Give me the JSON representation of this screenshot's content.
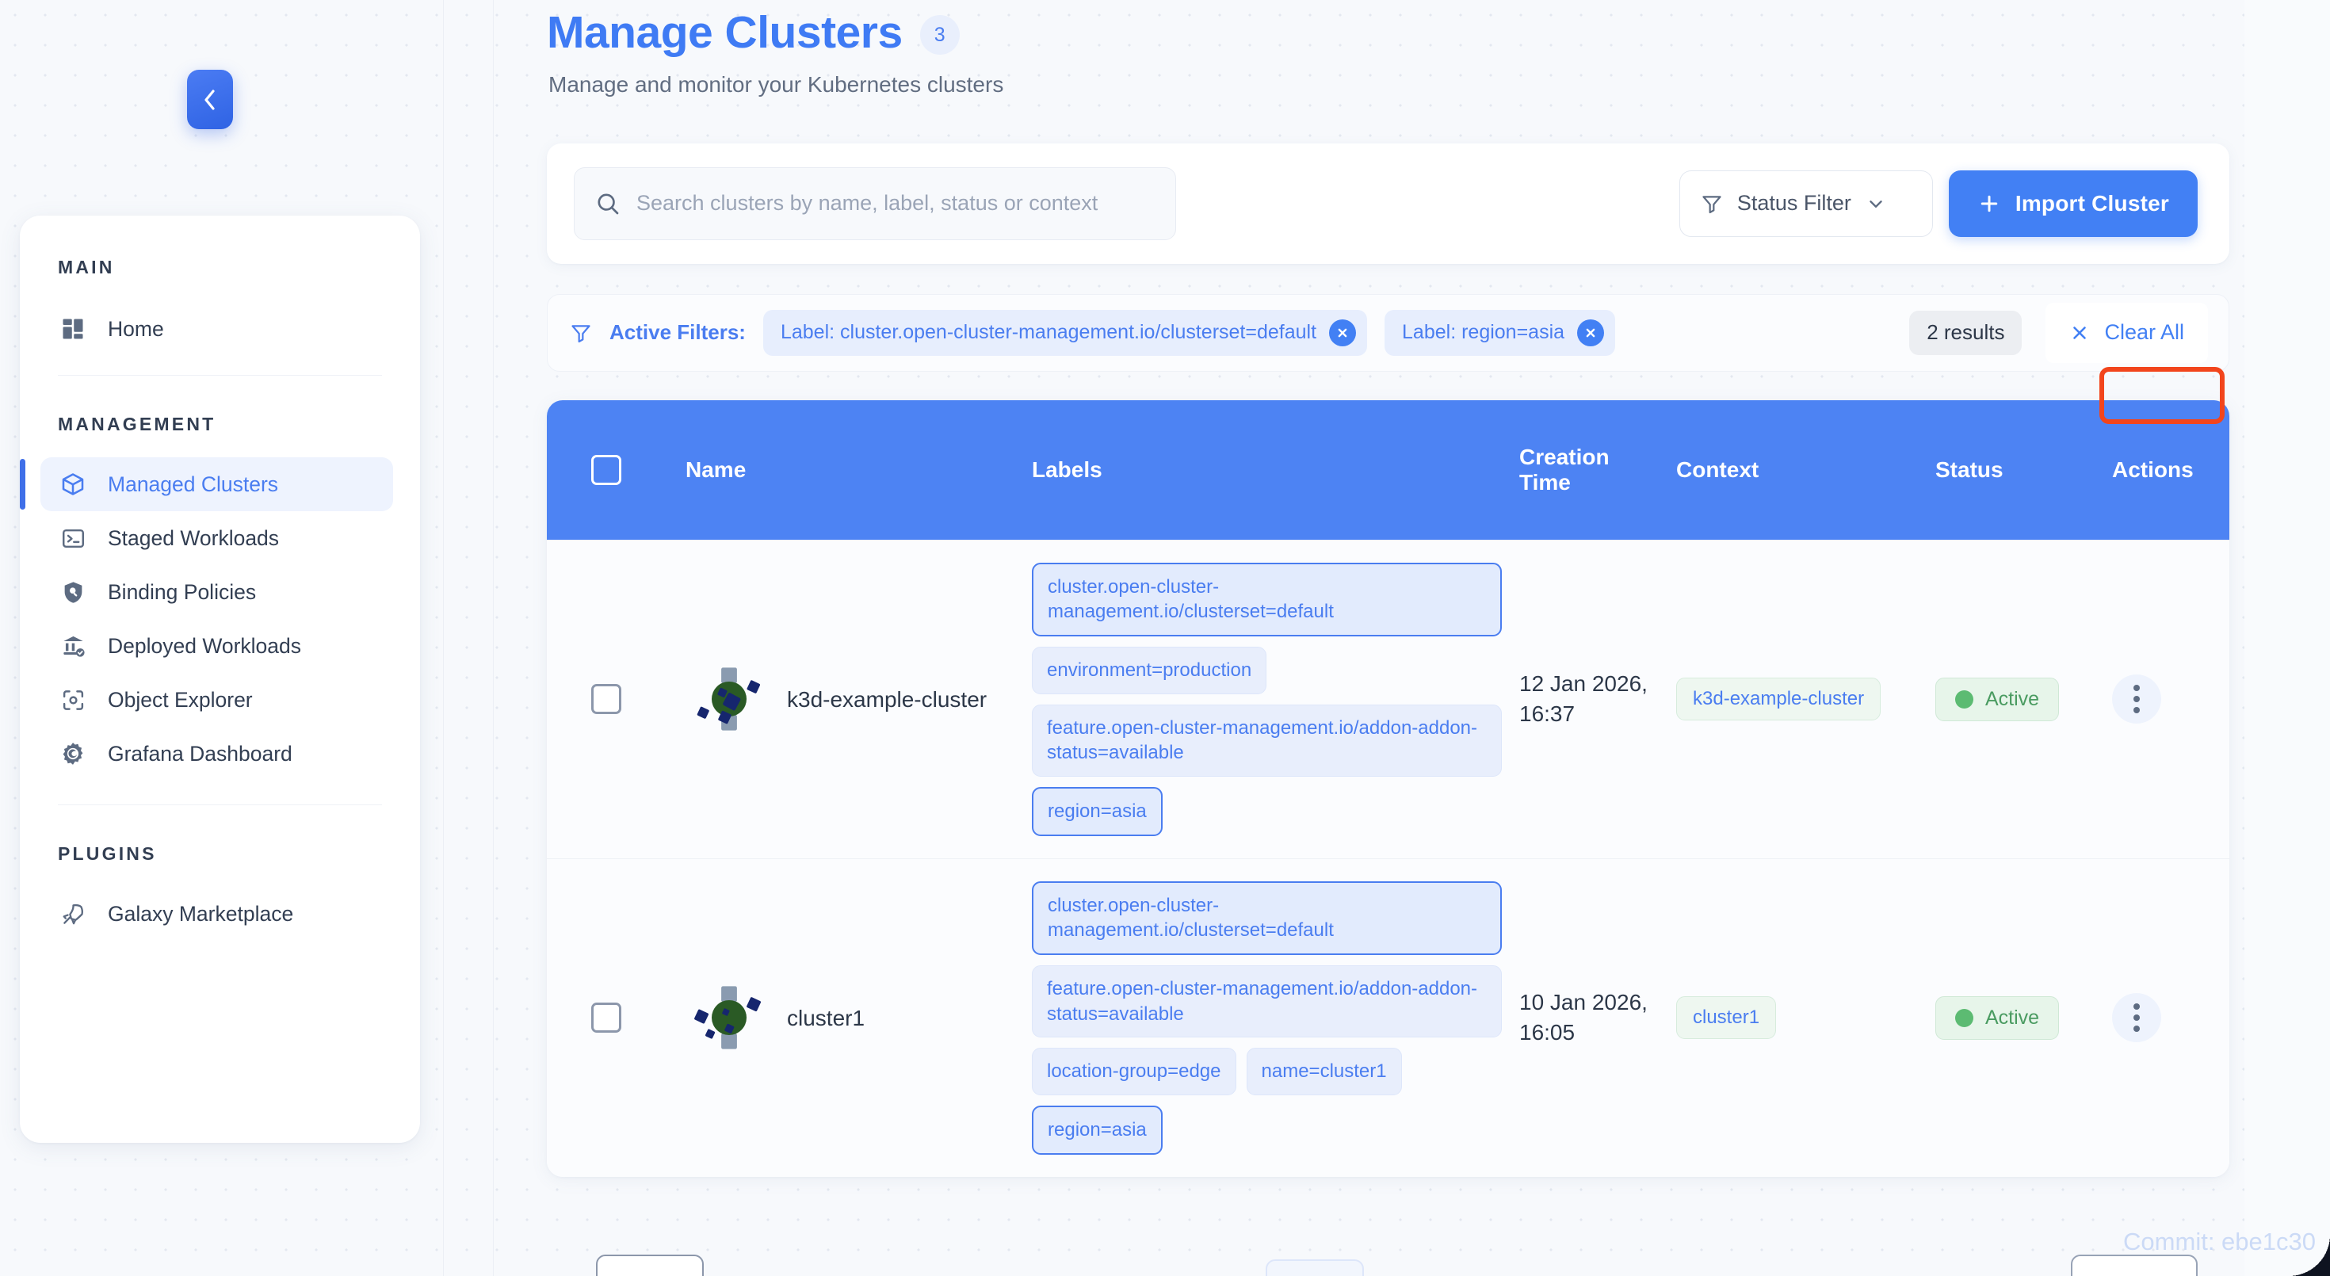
{
  "sidebar": {
    "sections": [
      {
        "title": "MAIN",
        "items": [
          {
            "label": "Home",
            "icon": "dashboard-icon",
            "active": false
          }
        ]
      },
      {
        "title": "MANAGEMENT",
        "items": [
          {
            "label": "Managed Clusters",
            "icon": "cube-icon",
            "active": true
          },
          {
            "label": "Staged Workloads",
            "icon": "terminal-icon",
            "active": false
          },
          {
            "label": "Binding Policies",
            "icon": "shield-search-icon",
            "active": false
          },
          {
            "label": "Deployed Workloads",
            "icon": "bank-check-icon",
            "active": false
          },
          {
            "label": "Object Explorer",
            "icon": "scan-object-icon",
            "active": false
          },
          {
            "label": "Grafana Dashboard",
            "icon": "grafana-icon",
            "active": false
          }
        ]
      },
      {
        "title": "PLUGINS",
        "items": [
          {
            "label": "Galaxy Marketplace",
            "icon": "rocket-icon",
            "active": false
          }
        ]
      }
    ],
    "collapse_tooltip": "Collapse sidebar"
  },
  "header": {
    "title": "Manage Clusters",
    "badge": "3",
    "subtitle": "Manage and monitor your Kubernetes clusters"
  },
  "search": {
    "placeholder": "Search clusters by name, label, status or context",
    "value": ""
  },
  "toolbar": {
    "status_filter_label": "Status Filter",
    "import_label": "Import Cluster"
  },
  "filters": {
    "label": "Active Filters:",
    "chips": [
      {
        "text": "Label: cluster.open-cluster-management.io/clusterset=default"
      },
      {
        "text": "Label: region=asia"
      }
    ],
    "results": "2 results",
    "clear_all": "Clear All"
  },
  "table": {
    "columns": [
      "Name",
      "Labels",
      "Creation Time",
      "Context",
      "Status",
      "Actions"
    ],
    "creation_time_line1": "Creation",
    "creation_time_line2": "Time",
    "rows": [
      {
        "name": "k3d-example-cluster",
        "labels": [
          {
            "text": "cluster.open-cluster-management.io/clusterset=default",
            "matched": true,
            "wide": true
          },
          {
            "text": "environment=production",
            "matched": false,
            "wide": false
          },
          {
            "text": "feature.open-cluster-management.io/addon-addon-status=available",
            "matched": false,
            "wide": true
          },
          {
            "text": "region=asia",
            "matched": true,
            "wide": false
          }
        ],
        "creation_time": "12 Jan 2026, 16:37",
        "context": "k3d-example-cluster",
        "status": "Active"
      },
      {
        "name": "cluster1",
        "labels": [
          {
            "text": "cluster.open-cluster-management.io/clusterset=default",
            "matched": true,
            "wide": true
          },
          {
            "text": "feature.open-cluster-management.io/addon-addon-status=available",
            "matched": false,
            "wide": true
          },
          {
            "text": "location-group=edge",
            "matched": false,
            "wide": false
          },
          {
            "text": "name=cluster1",
            "matched": false,
            "wide": false
          },
          {
            "text": "region=asia",
            "matched": true,
            "wide": false
          }
        ],
        "creation_time": "10 Jan 2026, 16:05",
        "context": "cluster1",
        "status": "Active"
      }
    ]
  },
  "footer": {
    "commit": "Commit: ebe1c30"
  },
  "colors": {
    "accent": "#4280f4",
    "title": "#3f7bf4",
    "header_row": "#4d83f3",
    "status_green": "#5cbb72",
    "highlight": "#f2451c"
  }
}
